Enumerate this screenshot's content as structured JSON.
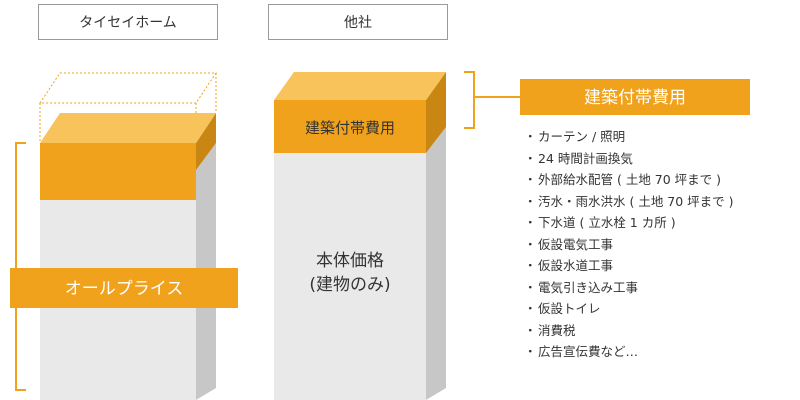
{
  "columns": {
    "taisei_label": "タイセイホーム",
    "other_label": "他社"
  },
  "taisei_bar": {
    "all_price_label": "オールプライス"
  },
  "other_bar": {
    "incidental_label": "建築付帯費用",
    "main_body_line1": "本体価格",
    "main_body_line2": "(建物のみ)"
  },
  "incidental_costs": {
    "title": "建築付帯費用",
    "items": [
      "カーテン / 照明",
      "24 時間計画換気",
      "外部給水配管 ( 土地 70 坪まで )",
      "汚水・雨水洪水 ( 土地 70 坪まで )",
      "下水道 ( 立水栓 1 カ所 )",
      "仮設電気工事",
      "仮設水道工事",
      "電気引き込み工事",
      "仮設トイレ",
      "消費税",
      "広告宣伝費など…"
    ]
  },
  "colors": {
    "accent": "#f0a21c",
    "accent_light": "#f7c35a",
    "accent_dark": "#c98612",
    "gray_front": "#e9e9e9",
    "gray_side": "#c7c7c7",
    "gray_top": "#f2f2f2"
  }
}
